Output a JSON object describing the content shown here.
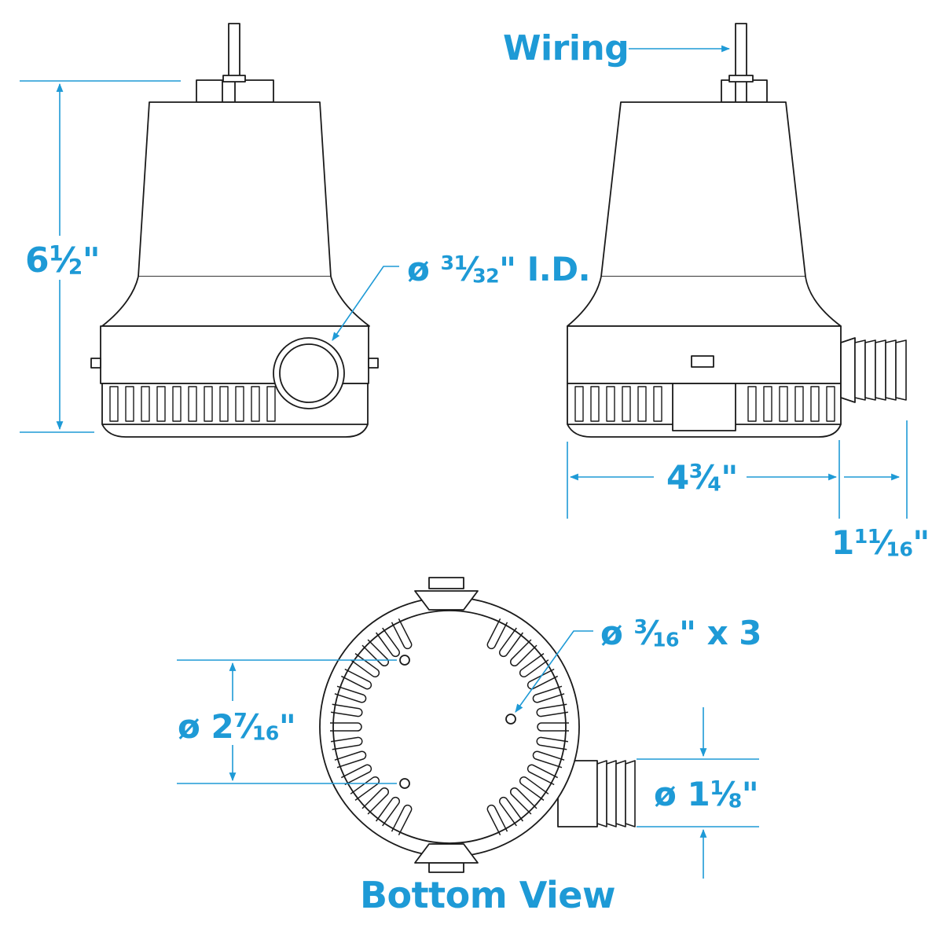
{
  "colors": {
    "line": "#1a1a1a",
    "accent": "#1e9ad6",
    "background": "#ffffff"
  },
  "labels": {
    "wiring": "Wiring",
    "height": {
      "whole": "6",
      "num": "1",
      "den": "2",
      "unit": "\""
    },
    "outlet_id": {
      "prefix": "ø ",
      "num": "31",
      "den": "32",
      "suffix": "\" I.D."
    },
    "width": {
      "whole": "4",
      "num": "3",
      "den": "4",
      "unit": "\""
    },
    "outlet_length": {
      "whole": "1",
      "num": "11",
      "den": "16",
      "unit": "\""
    },
    "hole_dia": {
      "prefix": "ø ",
      "num": "3",
      "den": "16",
      "suffix": "\" x 3"
    },
    "hole_circle": {
      "prefix": "ø ",
      "whole": "2",
      "num": "7",
      "den": "16",
      "unit": "\""
    },
    "outlet_od": {
      "prefix": "ø ",
      "whole": "1",
      "num": "1",
      "den": "8",
      "unit": "\""
    },
    "bottom_view": "Bottom View"
  },
  "views": [
    "front-view",
    "side-view",
    "bottom-view"
  ]
}
